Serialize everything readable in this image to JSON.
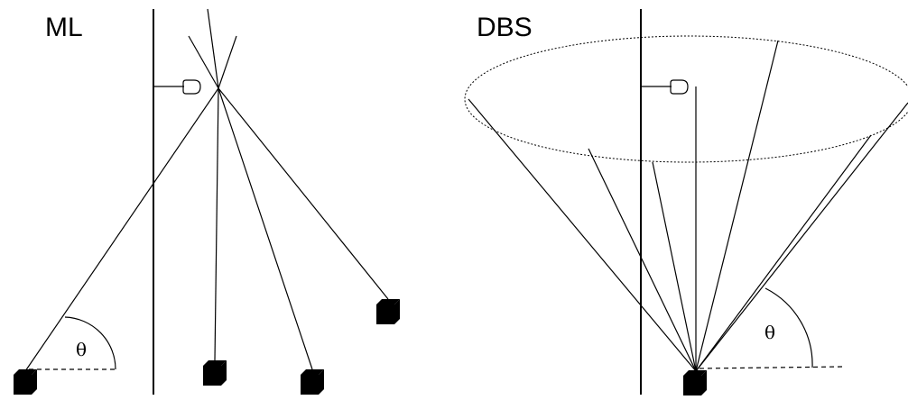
{
  "panels": {
    "left": {
      "title": "ML"
    },
    "right": {
      "title": "DBS"
    }
  },
  "angle_symbol": "θ"
}
